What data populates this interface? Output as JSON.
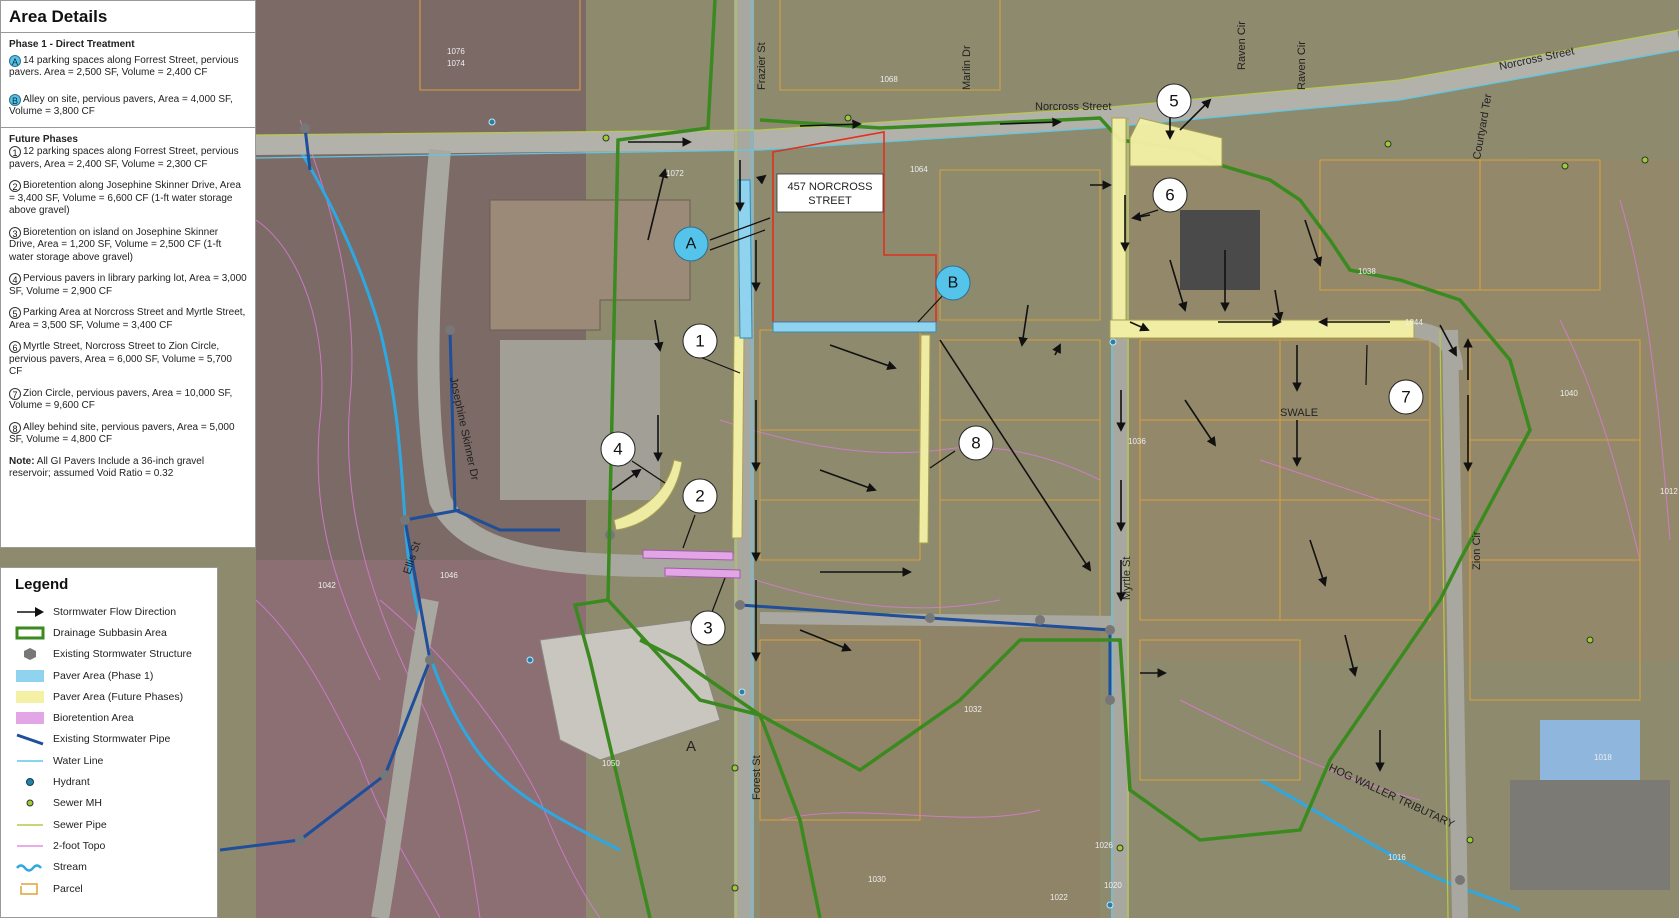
{
  "panel": {
    "title": "Area Details",
    "phase1": {
      "heading": "Phase 1 - Direct Treatment",
      "items": [
        {
          "id": "A",
          "text": "14 parking spaces along Forrest Street, pervious pavers. Area = 2,500 SF, Volume = 2,400 CF"
        },
        {
          "id": "B",
          "text": "Alley on site, pervious pavers, Area = 4,000 SF, Volume = 3,800 CF"
        }
      ]
    },
    "future": {
      "heading": "Future Phases",
      "items": [
        {
          "id": "1",
          "text": "12 parking spaces along Forrest Street, pervious pavers, Area = 2,400 SF, Volume = 2,300 CF"
        },
        {
          "id": "2",
          "text": "Bioretention along Josephine Skinner Drive, Area = 3,400 SF, Volume = 6,600 CF (1-ft water storage above gravel)"
        },
        {
          "id": "3",
          "text": "Bioretention on island on Josephine Skinner Drive, Area = 1,200 SF, Volume = 2,500 CF (1-ft water storage above gravel)"
        },
        {
          "id": "4",
          "text": "Pervious pavers in library parking lot, Area = 3,000 SF, Volume = 2,900 CF"
        },
        {
          "id": "5",
          "text": "Parking Area at Norcross Street and Myrtle Street, Area = 3,500 SF, Volume = 3,400 CF"
        },
        {
          "id": "6",
          "text": "Myrtle Street, Norcross Street to Zion Circle, pervious pavers, Area = 6,000 SF, Volume = 5,700 CF"
        },
        {
          "id": "7",
          "text": "Zion Circle, pervious pavers, Area = 10,000 SF, Volume = 9,600 CF"
        },
        {
          "id": "8",
          "text": "Alley behind site, pervious pavers, Area = 5,000 SF, Volume = 4,800 CF"
        }
      ]
    },
    "note_label": "Note:",
    "note_text": " All GI Pavers Include a 36-inch gravel reservoir; assumed Void Ratio = 0.32"
  },
  "legend": {
    "title": "Legend",
    "items": [
      {
        "label": "Stormwater Flow Direction",
        "symbol": "arrow-icon"
      },
      {
        "label": "Drainage Subbasin Area",
        "symbol": "subbasin-outline-icon",
        "color": "#3a8a1f"
      },
      {
        "label": "Existing Stormwater Structure",
        "symbol": "structure-hexagon-icon",
        "color": "#777777"
      },
      {
        "label": "Paver Area (Phase 1)",
        "symbol": "swatch-icon",
        "color": "#8fd3ee"
      },
      {
        "label": "Paver Area (Future Phases)",
        "symbol": "swatch-icon",
        "color": "#f4f1a6"
      },
      {
        "label": "Bioretention Area",
        "symbol": "swatch-icon",
        "color": "#e2a6e6"
      },
      {
        "label": "Existing Stormwater Pipe",
        "symbol": "pipe-line-icon",
        "color": "#1f4e9a"
      },
      {
        "label": "Water Line",
        "symbol": "water-line-icon",
        "color": "#5fc7e4"
      },
      {
        "label": "Hydrant",
        "symbol": "hydrant-dot-icon",
        "color": "#2a7fa8"
      },
      {
        "label": "Sewer MH",
        "symbol": "sewer-mh-dot-icon",
        "color": "#9acd32"
      },
      {
        "label": "Sewer Pipe",
        "symbol": "sewer-pipe-line-icon",
        "color": "#b5c94a"
      },
      {
        "label": "2-foot Topo",
        "symbol": "topo-line-icon",
        "color": "#d97ad6"
      },
      {
        "label": "Stream",
        "symbol": "stream-wave-icon",
        "color": "#2ea8e0"
      },
      {
        "label": "Parcel",
        "symbol": "parcel-outline-icon",
        "color": "#e0a23a"
      }
    ]
  },
  "map": {
    "site_label_line1": "457 NORCROSS",
    "site_label_line2": "STREET",
    "streets": {
      "norcross_1": "Norcross Street",
      "norcross_2": "Norcross Street",
      "frazier": "Frazier St",
      "marlin": "Marlin Dr",
      "raven1": "Raven Cir",
      "raven2": "Raven Cir",
      "courtyard": "Courtyard Ter",
      "josephine": "Josephine Skinner Dr",
      "ellis": "Ellis St",
      "forest": "Forest St",
      "myrtle": "Myrtle St",
      "zion": "Zion Cir",
      "hog": "HOG WALLER TRIBUTARY",
      "swale": "SWALE"
    },
    "markers": [
      "1",
      "2",
      "3",
      "4",
      "5",
      "6",
      "7",
      "8"
    ],
    "markers_phase1": [
      "A",
      "B"
    ],
    "building_letter": "A",
    "topo_numbers": [
      "1076",
      "1074",
      "1072",
      "1068",
      "1064",
      "1050",
      "1046",
      "1044",
      "1042",
      "1040",
      "1038",
      "1036",
      "1032",
      "1030",
      "1026",
      "1022",
      "1020",
      "1018",
      "1016",
      "1012"
    ]
  }
}
